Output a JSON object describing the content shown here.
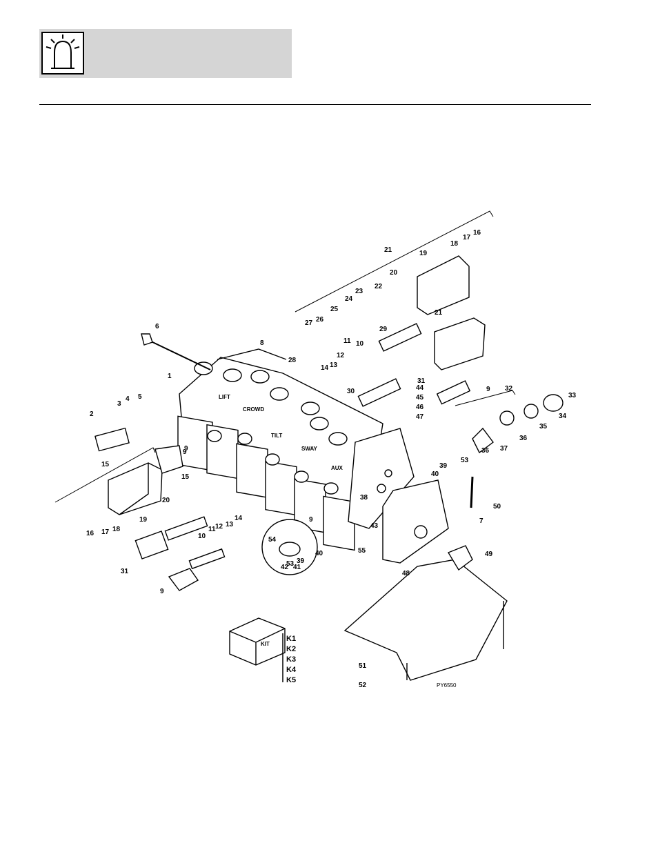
{
  "figure_code": "PY6550",
  "section_labels": [
    "LIFT",
    "CROWD",
    "TILT",
    "SWAY",
    "AUX"
  ],
  "kit_box_label": "KIT",
  "kit_items": [
    "K1",
    "K2",
    "K3",
    "K4",
    "K5"
  ],
  "callouts": [
    "1",
    "2",
    "3",
    "4",
    "5",
    "6",
    "7",
    "8",
    "9",
    "9",
    "9",
    "9",
    "9",
    "10",
    "10",
    "11",
    "11",
    "12",
    "12",
    "13",
    "13",
    "14",
    "14",
    "15",
    "15",
    "16",
    "16",
    "17",
    "17",
    "18",
    "18",
    "19",
    "19",
    "20",
    "20",
    "21",
    "21",
    "22",
    "23",
    "24",
    "25",
    "26",
    "27",
    "28",
    "29",
    "30",
    "31",
    "31",
    "32",
    "33",
    "34",
    "35",
    "36",
    "36",
    "37",
    "38",
    "39",
    "39",
    "40",
    "40",
    "41",
    "42",
    "43",
    "44",
    "45",
    "46",
    "47",
    "48",
    "49",
    "50",
    "51",
    "52",
    "53",
    "53",
    "54",
    "55"
  ]
}
